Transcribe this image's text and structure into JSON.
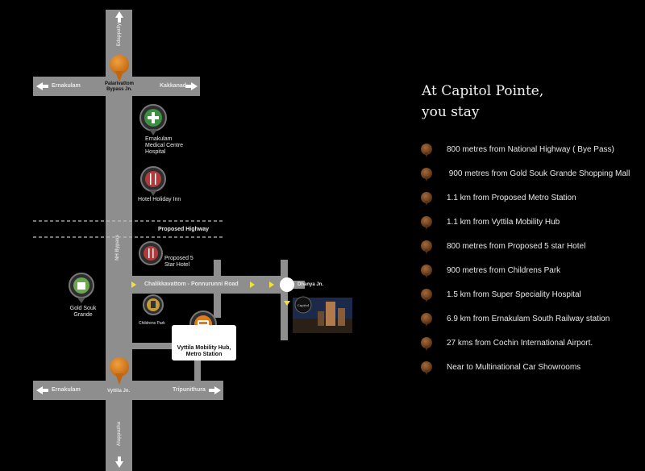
{
  "map": {
    "roads": {
      "edappally": "Edappally",
      "ernakulam_top": "Ernakulam",
      "kakkanad": "Kakkanad",
      "nh_bypass": "NH Bypass",
      "proposed_highway": "Proposed Highway",
      "chalikkavattom_road": "Chalikkavattom - Ponnurunni Road",
      "ernakulam_bottom": "Ernakulam",
      "tripunithura": "Tripunithura",
      "alappuzha": "Alappuzha"
    },
    "junctions": {
      "palarivattom": "Palarivattom Bypass Jn.",
      "vyttila": "Vyttila Jn.",
      "dhanya": "Dhanya Jn."
    },
    "landmarks": {
      "medical_centre": "Ernakulam Medical Centre Hospital",
      "holiday_inn": "Hotel Holiday Inn",
      "five_star": "Proposed 5 Star Hotel",
      "gold_souk": "Gold Souk Grande",
      "childrens_park": "Childrens Park",
      "mobility_hub": "Vyttila Mobility Hub, Metro Station"
    },
    "colors": {
      "road": "#8e8e8e",
      "arrow": "#f3e233",
      "pin": "#d9801d"
    }
  },
  "panel": {
    "heading_line1": "At Capitol Pointe,",
    "heading_line2": "you stay",
    "items": [
      "800 metres from National Highway ( Bye Pass)",
      " 900 metres from Gold Souk Grande Shopping Mall",
      "1.1 km from Proposed Metro Station",
      "1.1 km from Vyttila Mobility Hub",
      "800 metres from Proposed 5 star Hotel",
      "900 metres from Childrens Park",
      "1.5 km from Super Speciality Hospital",
      "6.9 km from Ernakulam South Railway station",
      "27 kms from Cochin International Airport.",
      "Near to Multinational Car Showrooms"
    ]
  }
}
